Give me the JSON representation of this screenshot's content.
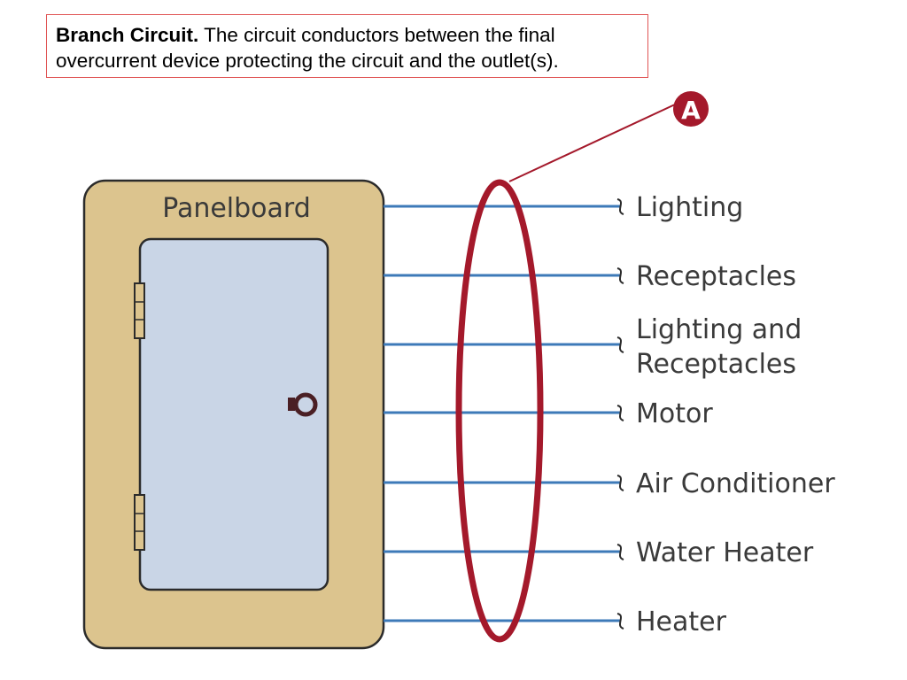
{
  "definition": {
    "term": "Branch Circuit.",
    "text": "The circuit conductors between the final overcurrent device protecting the circuit and the outlet(s)."
  },
  "panel": {
    "title": "Panelboard"
  },
  "callout": {
    "letter": "A"
  },
  "circuits": [
    {
      "lines": [
        "Lighting"
      ]
    },
    {
      "lines": [
        "Receptacles"
      ]
    },
    {
      "lines": [
        "Lighting and",
        "Receptacles"
      ]
    },
    {
      "lines": [
        "Motor"
      ]
    },
    {
      "lines": [
        "Air Conditioner"
      ]
    },
    {
      "lines": [
        "Water Heater"
      ]
    },
    {
      "lines": [
        "Heater"
      ]
    }
  ],
  "colors": {
    "panel_fill": "#dcc48e",
    "panel_stroke": "#2b2b2b",
    "door_fill": "#c9d5e6",
    "wire": "#3d7ab8",
    "ellipse": "#a4192b",
    "callout_fill": "#a4192b",
    "label": "#3a3a3a"
  }
}
